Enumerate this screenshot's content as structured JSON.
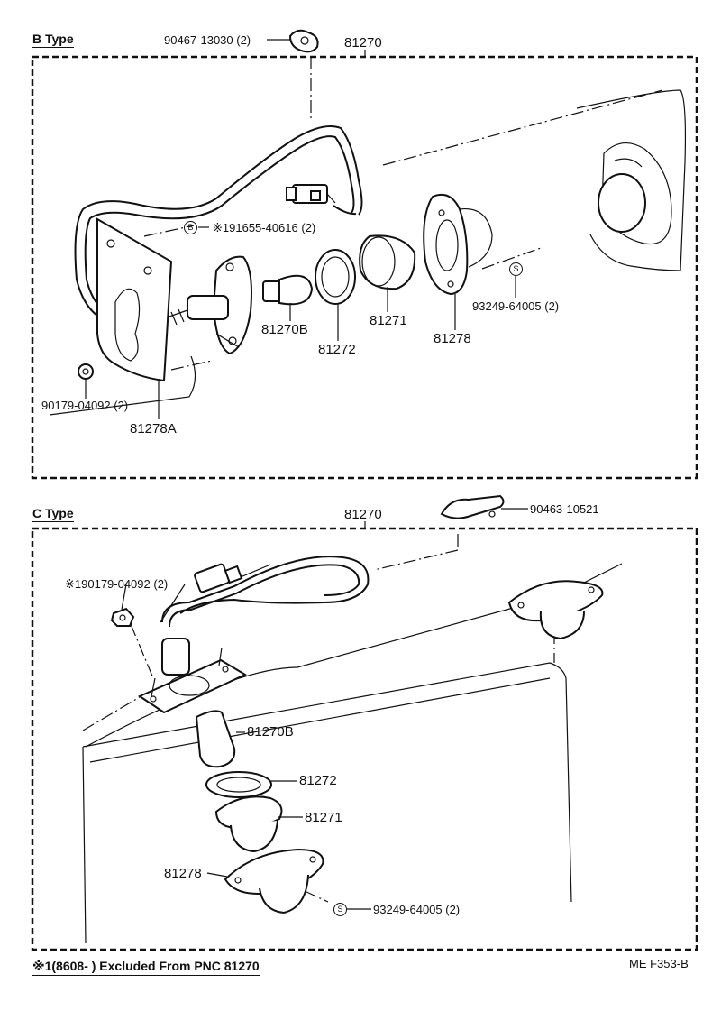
{
  "b_section": {
    "title": "B Type",
    "assembly_pnc": "81270",
    "labels": {
      "connector_screw": "90467-13030 (2)",
      "socket_part": "※191655-40616 (2)",
      "socket_symbol": "B",
      "bulb": "81270B",
      "gasket": "81272",
      "lens": "81271",
      "housing": "81278",
      "bracket": "81278A",
      "clip": "90179-04092 (2)",
      "screw": "93249-64005 (2)",
      "screw_symbol": "S"
    }
  },
  "c_section": {
    "title": "C Type",
    "assembly_pnc": "81270",
    "labels": {
      "clamp": "90463-10521",
      "nut": "※190179-04092 (2)",
      "bulb": "81270B",
      "gasket": "81272",
      "lens": "81271",
      "housing": "81278",
      "screw": "93249-64005 (2)",
      "screw_symbol": "S"
    }
  },
  "footer": {
    "note": "※1(8608-      ) Excluded From PNC 81270",
    "code": "ME  F353-B"
  }
}
